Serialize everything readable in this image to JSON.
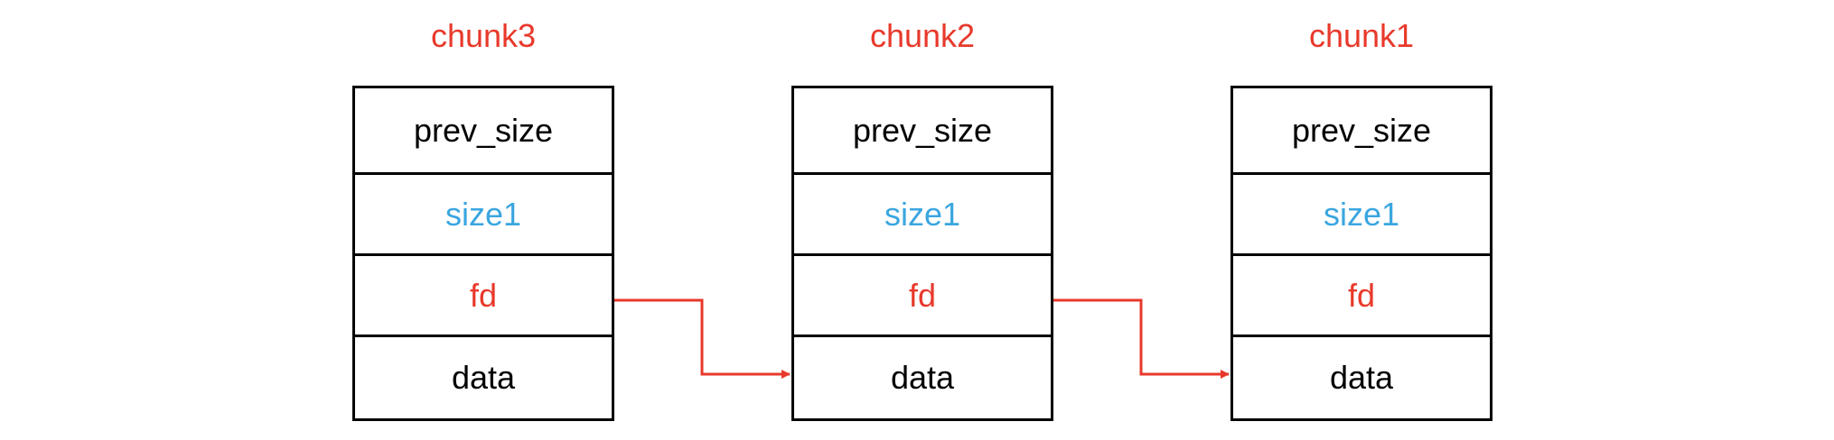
{
  "colors": {
    "title": "#e8392b",
    "size_field": "#3aa6e0",
    "fd_field": "#e8392b",
    "border": "#000000",
    "arrow": "#e8392b"
  },
  "chunks": [
    {
      "title": "chunk3",
      "fields": {
        "prev_size": "prev_size",
        "size": "size1",
        "fd": "fd",
        "data": "data"
      }
    },
    {
      "title": "chunk2",
      "fields": {
        "prev_size": "prev_size",
        "size": "size1",
        "fd": "fd",
        "data": "data"
      }
    },
    {
      "title": "chunk1",
      "fields": {
        "prev_size": "prev_size",
        "size": "size1",
        "fd": "fd",
        "data": "data"
      }
    }
  ],
  "links": [
    {
      "from": "chunk3",
      "from_field": "fd",
      "to": "chunk2",
      "to_field": "data"
    },
    {
      "from": "chunk2",
      "from_field": "fd",
      "to": "chunk1",
      "to_field": "data"
    }
  ]
}
